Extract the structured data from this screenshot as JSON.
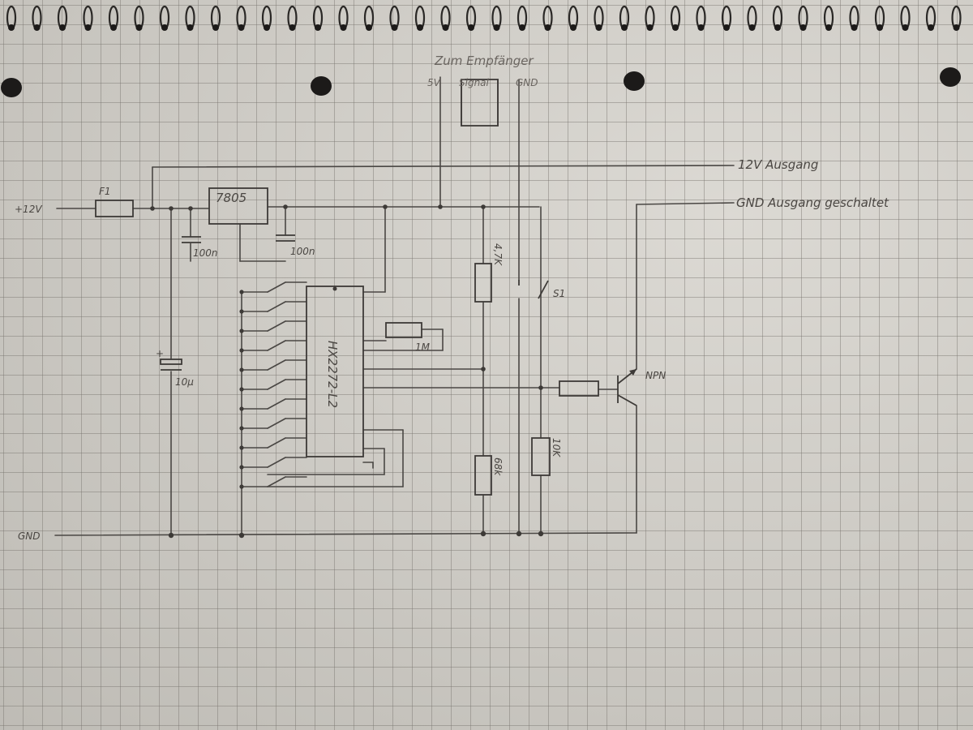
{
  "labels": {
    "top_note": "Zum Empfänger",
    "receiver_5v": "5V",
    "receiver_signal": "Signal",
    "receiver_gnd": "GND",
    "out_12v": "12V Ausgang",
    "out_gnd_switched": "GND Ausgang geschaltet",
    "in_12v": "+12V",
    "gnd": "GND",
    "fuse": "F1",
    "regulator": "7805",
    "cap1": "100n",
    "cap2": "100n",
    "cap_elec": "10µ",
    "ic": "HX2272-L2",
    "pot": "1M",
    "r_47k": "4,7K",
    "r_68k": "68k",
    "r_10k": "10K",
    "switch": "S1",
    "transistor": "NPN"
  }
}
